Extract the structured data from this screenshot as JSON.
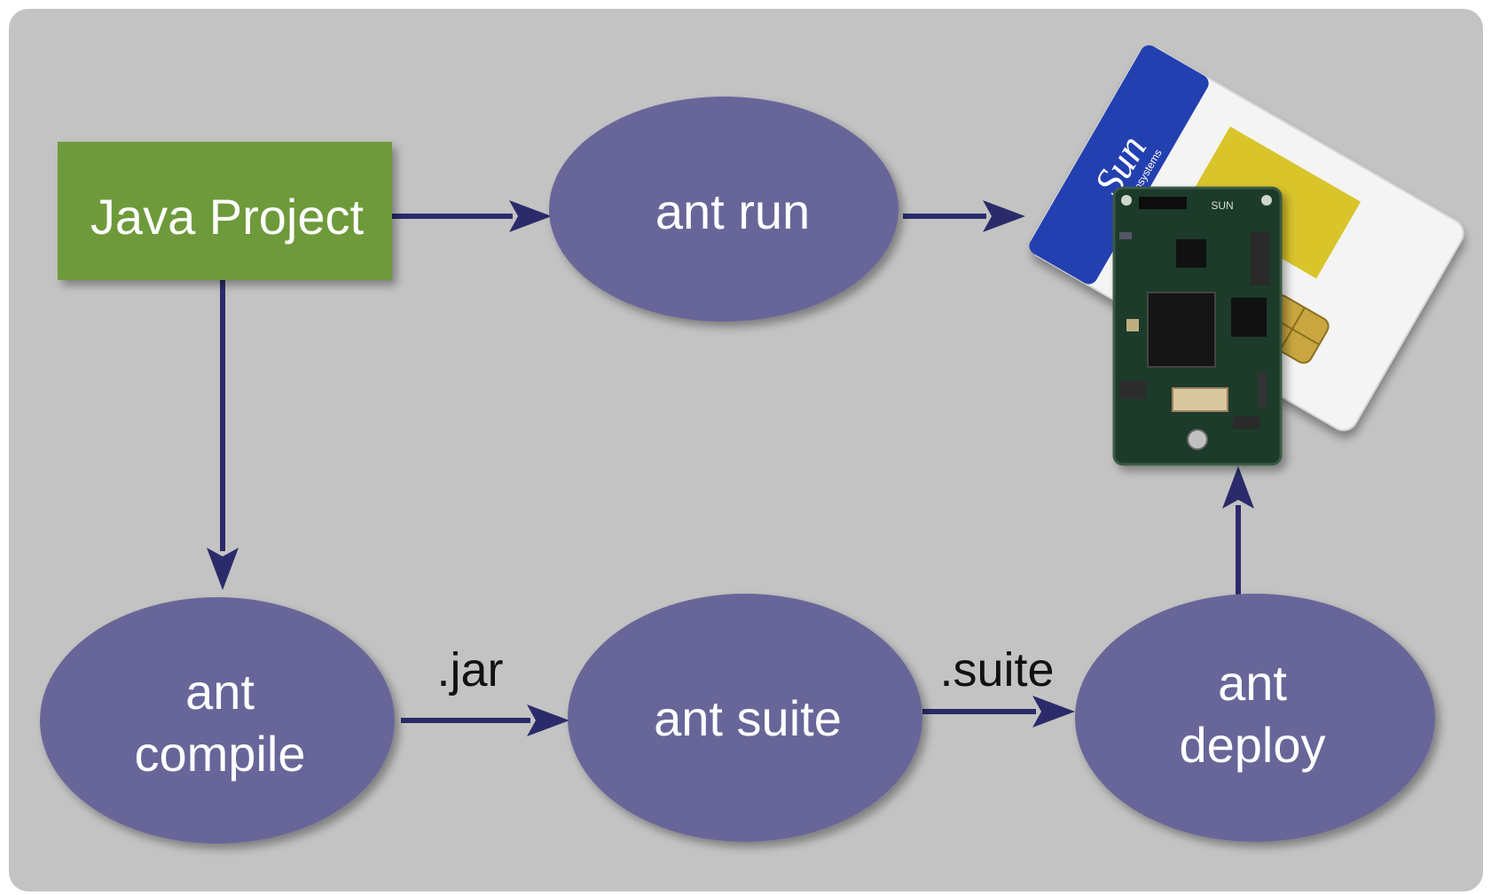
{
  "nodes": {
    "java_project": "Java Project",
    "ant_run": "ant run",
    "ant_compile_line1": "ant",
    "ant_compile_line2": "compile",
    "ant_suite": "ant suite",
    "ant_deploy_line1": "ant",
    "ant_deploy_line2": "deploy"
  },
  "edge_labels": {
    "jar": ".jar",
    "suite": ".suite"
  },
  "device": {
    "card_logo": "Sun",
    "card_logo_sub": "microsystems",
    "board_label": "SUN"
  },
  "colors": {
    "background": "#c3c3c3",
    "ellipse": "#676699",
    "project_box": "#6e9a3a",
    "arrow": "#2b2b6b",
    "card_stripe": "#2340b0",
    "card_yellow": "#d9c42a",
    "board": "#1f3a2a",
    "chip": "#c9a640"
  },
  "icons": [
    "sun-spot-device-icon",
    "java-card-icon"
  ]
}
